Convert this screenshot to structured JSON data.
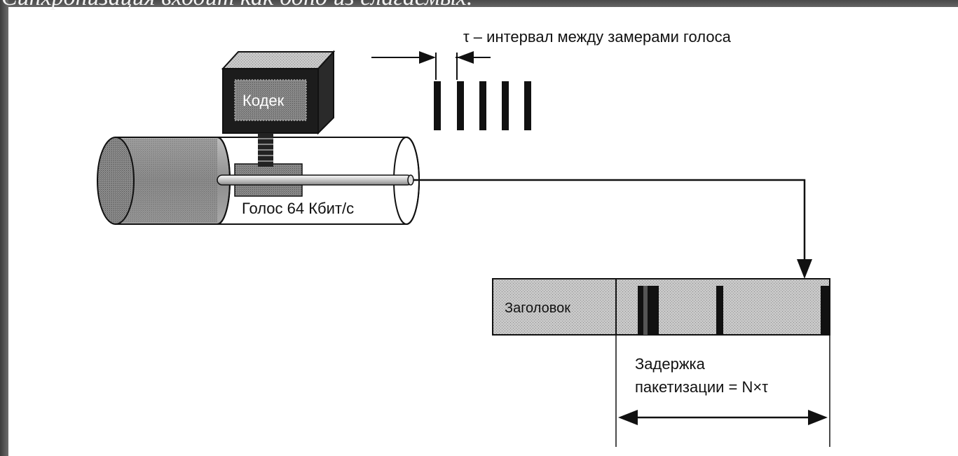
{
  "slide": {
    "header_text": "Синхронизация входит как одно из слагаемых."
  },
  "diagram": {
    "tau_label": "τ – интервал между замерами голоса",
    "codec_label": "Кодек",
    "voice_label": "Голос 64 Кбит/с",
    "header_label": "Заголовок",
    "delay_line1": "Задержка",
    "delay_line2": "пакетизации = N×τ"
  },
  "colors": {
    "background_band": "#5a5a5a",
    "ink": "#111111",
    "packet_fill": "#cfcfcf",
    "cylinder_fill": "#8f8f8f"
  }
}
